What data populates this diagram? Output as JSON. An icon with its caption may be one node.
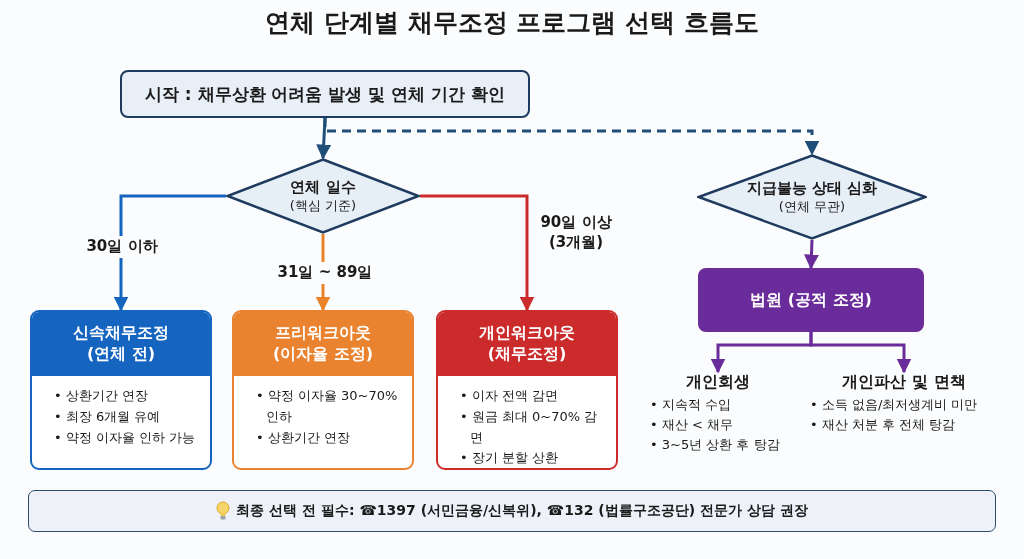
{
  "diagram": {
    "title": "연체 단계별 채무조정 프로그램 선택 흐름도",
    "nodes": [
      {
        "text": [
          "시작 : 채무상환 어려움 발생 및 연체 기간 확인"
        ]
      },
      {
        "text": [
          "연체 일수",
          "(핵심 기준)"
        ]
      },
      {
        "text": [
          "지급불능 상태 심화",
          "(연체 무관)"
        ]
      },
      {
        "text": [
          "신속채무조정 (연체 전)",
          "• 상환기간 연장",
          "• 최장 6개월 유예",
          "• 약정 이자율 인하 가능"
        ]
      },
      {
        "text": [
          "프리워크아웃 (이자율 조정)",
          "• 약정 이자율 30~70% 인하",
          "• 상환기간 연장"
        ]
      },
      {
        "text": [
          "개인워크아웃 (채무조정)",
          "• 이자 전액 감면",
          "• 원금 최대 0~70% 감면",
          "• 장기 분할 상환"
        ]
      },
      {
        "text": [
          "법원 (공적 조정)"
        ]
      },
      {
        "text": [
          "개인회생",
          "• 지속적 수입",
          "• 재산 < 채무",
          "• 3~5년 상환 후 탕감"
        ]
      },
      {
        "text": [
          "개인파산 및 면책",
          "• 소득 없음/최저생계비 미만",
          "• 재산 처분 후 전체 탕감"
        ]
      },
      {
        "text": [
          "최종 선택 전 필수: ☎1397 (서민금융/신복위), ☎132 (법률구조공단) 전문가 상담 권장"
        ]
      }
    ],
    "edges": [
      {
        "from": 0,
        "to": 1,
        "arrow": "to",
        "color": "#1f4e79"
      },
      {
        "from": 0,
        "to": 2,
        "arrow": "to",
        "style": "dashed",
        "color": "#1f4e79"
      },
      {
        "from": 1,
        "to": 3,
        "arrow": "to",
        "label": "30일 이하",
        "color": "#1565c0"
      },
      {
        "from": 1,
        "to": 4,
        "arrow": "to",
        "label": "31일 ~ 89일",
        "color": "#e8832a"
      },
      {
        "from": 1,
        "to": 5,
        "arrow": "to",
        "label": "90일 이상 (3개월)",
        "color": "#cc2b2b"
      },
      {
        "from": 2,
        "to": 6,
        "arrow": "to"
      },
      {
        "from": 6,
        "to": 7,
        "arrow": "to"
      },
      {
        "from": 6,
        "to": 8,
        "arrow": "to"
      }
    ]
  }
}
